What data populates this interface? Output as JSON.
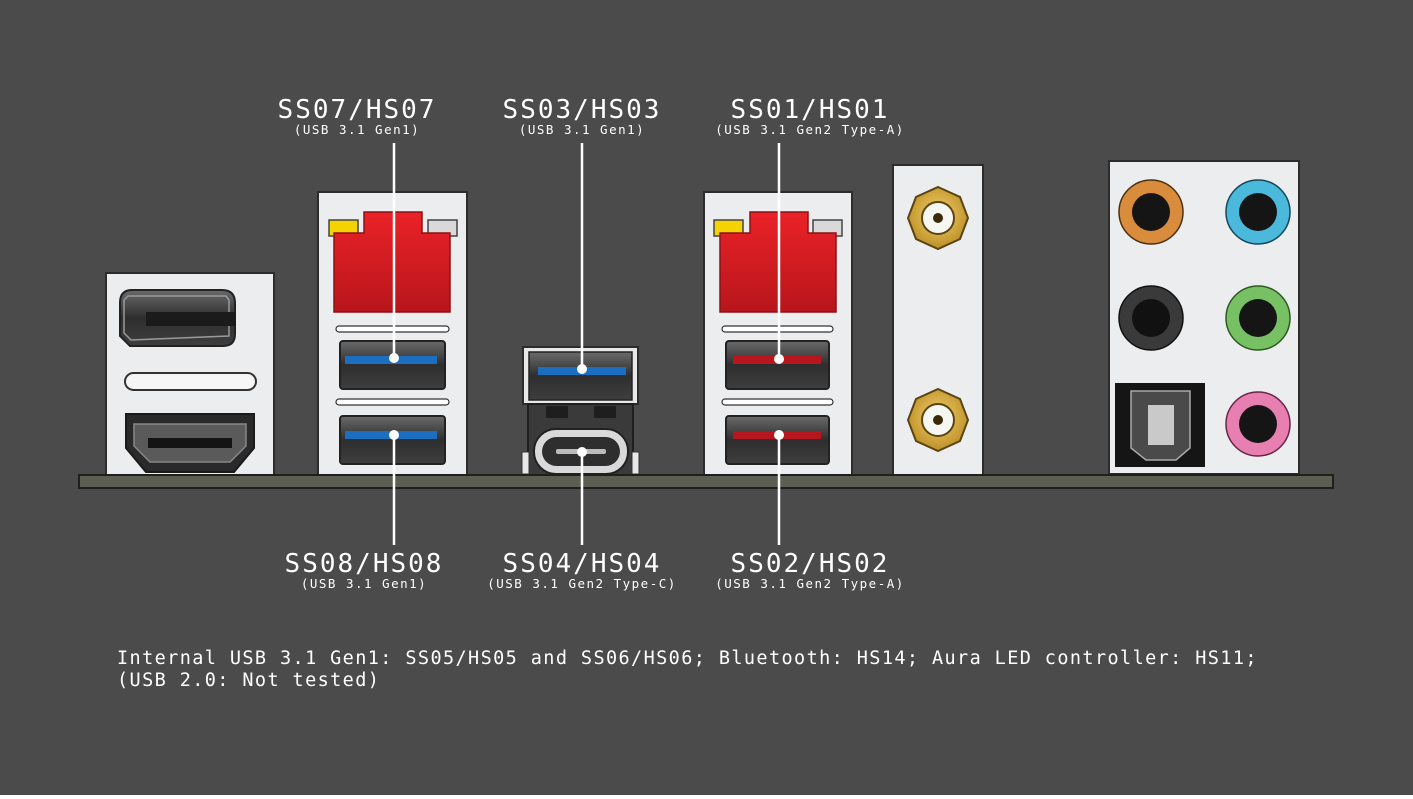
{
  "colors": {
    "background": "#4b4b4b",
    "panel": "#ecedef",
    "board": "#5d5e52",
    "usb_gen1_accent": "#1c6fc0",
    "usb_gen2_accent": "#b8161f",
    "ethernet_jack": "#cf1b22",
    "rca_gold": "#d9a83a",
    "audio_orange": "#d88c3c",
    "audio_blue": "#4bb9dc",
    "audio_green": "#78c064",
    "audio_pink": "#e77fb0",
    "audio_black": "#3a3a3a"
  },
  "labels": {
    "top_left": {
      "main": "SS07/HS07",
      "sub": "(USB 3.1 Gen1)"
    },
    "top_mid": {
      "main": "SS03/HS03",
      "sub": "(USB 3.1 Gen1)"
    },
    "top_right": {
      "main": "SS01/HS01",
      "sub": "(USB 3.1 Gen2 Type-A)"
    },
    "bot_left": {
      "main": "SS08/HS08",
      "sub": "(USB 3.1 Gen1)"
    },
    "bot_mid": {
      "main": "SS04/HS04",
      "sub": "(USB 3.1 Gen2 Type-C)"
    },
    "bot_right": {
      "main": "SS02/HS02",
      "sub": "(USB 3.1 Gen2 Type-A)"
    }
  },
  "footnote": {
    "line1": "Internal USB 3.1 Gen1: SS05/HS05 and SS06/HS06; Bluetooth: HS14; Aura LED controller: HS11;",
    "line2": "(USB 2.0: Not tested)"
  },
  "icons": {
    "displayport": "displayport-port-icon",
    "hdmi": "hdmi-port-icon",
    "ethernet": "ethernet-port-icon",
    "usb_a": "usb-a-port-icon",
    "usb_c": "usb-c-port-icon",
    "antenna": "wifi-antenna-connector-icon",
    "audio": "audio-jack-icon",
    "optical": "optical-spdif-icon"
  }
}
